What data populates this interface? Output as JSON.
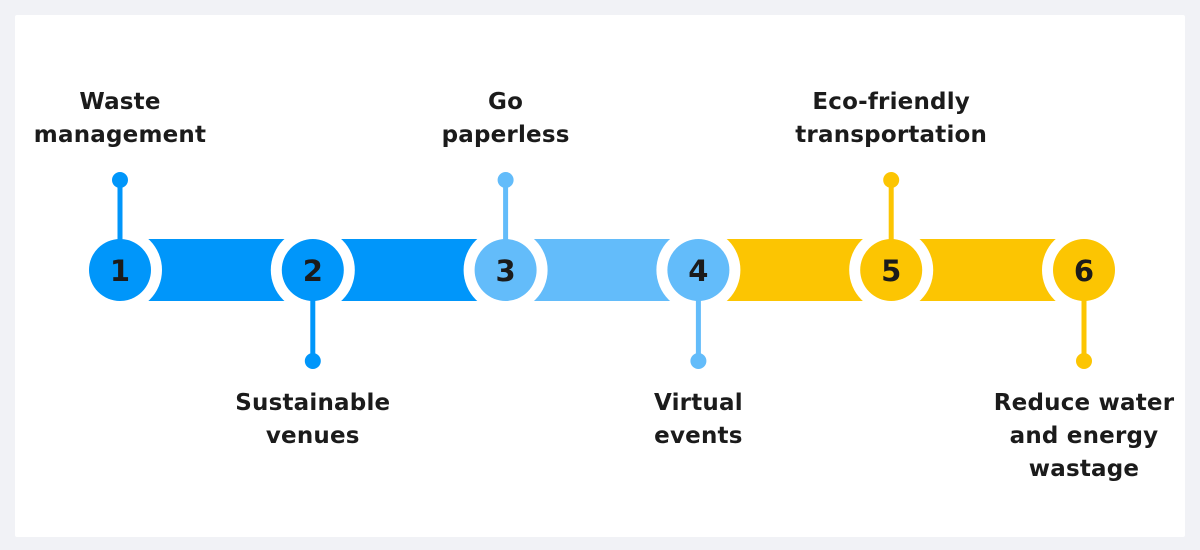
{
  "canvas": {
    "background_color": "#f1f2f6",
    "card_color": "#ffffff",
    "text_color": "#1b1b1b"
  },
  "timeline": {
    "items": [
      {
        "number": "1",
        "label_lines": [
          "Waste",
          "management"
        ],
        "label_position": "top",
        "color": "#0096fa"
      },
      {
        "number": "2",
        "label_lines": [
          "Sustainable",
          "venues"
        ],
        "label_position": "bottom",
        "color": "#0096fa"
      },
      {
        "number": "3",
        "label_lines": [
          "Go",
          "paperless"
        ],
        "label_position": "top",
        "color": "#63bcfa"
      },
      {
        "number": "4",
        "label_lines": [
          "Virtual",
          "events"
        ],
        "label_position": "bottom",
        "color": "#63bcfa"
      },
      {
        "number": "5",
        "label_lines": [
          "Eco-friendly",
          "transportation"
        ],
        "label_position": "top",
        "color": "#fcc502"
      },
      {
        "number": "6",
        "label_lines": [
          "Reduce water",
          "and energy",
          "wastage"
        ],
        "label_position": "bottom",
        "color": "#fcc502"
      }
    ],
    "segments": [
      {
        "from": 1,
        "to": 2,
        "color": "#0096fa"
      },
      {
        "from": 2,
        "to": 3,
        "color": "#0096fa"
      },
      {
        "from": 3,
        "to": 4,
        "color": "#63bcfa"
      },
      {
        "from": 4,
        "to": 5,
        "color": "#fcc502"
      },
      {
        "from": 5,
        "to": 6,
        "color": "#fcc502"
      }
    ]
  }
}
